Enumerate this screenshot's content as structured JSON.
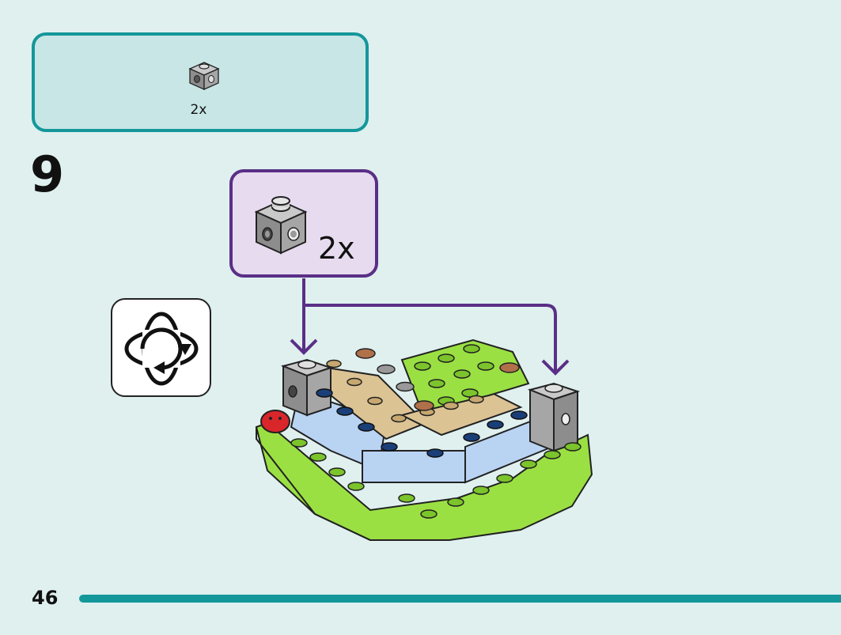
{
  "parts_list": {
    "quantity": "2x",
    "part_icon": "grey-brick-1x1-studs-on-sides"
  },
  "step": {
    "number": "9"
  },
  "callout": {
    "quantity": "2x",
    "part_icon": "grey-brick-1x1-studs-on-sides"
  },
  "rotate_icon": "rotate-model-icon",
  "page": {
    "number": "46"
  },
  "colors": {
    "accent_teal": "#14979a",
    "callout_purple": "#5a2f86",
    "brick_grey": "#a6a6a6",
    "plate_green": "#9be043",
    "tile_blue": "#b9d3f3",
    "tile_tan": "#dcc394",
    "ladybug_red": "#d8262b"
  }
}
